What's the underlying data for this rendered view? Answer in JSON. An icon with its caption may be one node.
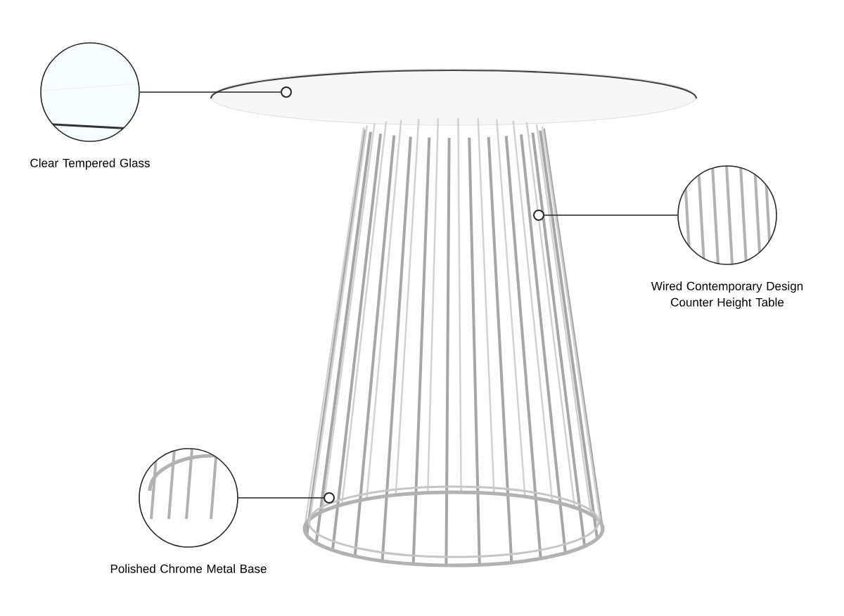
{
  "diagram": {
    "nodes": [
      {
        "text": [
          "Clear Tempered Glass"
        ]
      },
      {
        "text": [],
        "shape": "circle"
      },
      {
        "text": [],
        "shape": "circle"
      },
      {
        "text": [
          "Wired Contemporary Design Counter Height Table"
        ]
      },
      {
        "text": [
          "Polished Chrome Metal Base"
        ]
      },
      {
        "text": [],
        "shape": "circle"
      }
    ],
    "edges": [
      {
        "from": 0,
        "to": 1,
        "arrow": "none"
      },
      {
        "from": 3,
        "to": 2,
        "arrow": "none"
      },
      {
        "from": 4,
        "to": 5,
        "arrow": "none"
      }
    ]
  }
}
